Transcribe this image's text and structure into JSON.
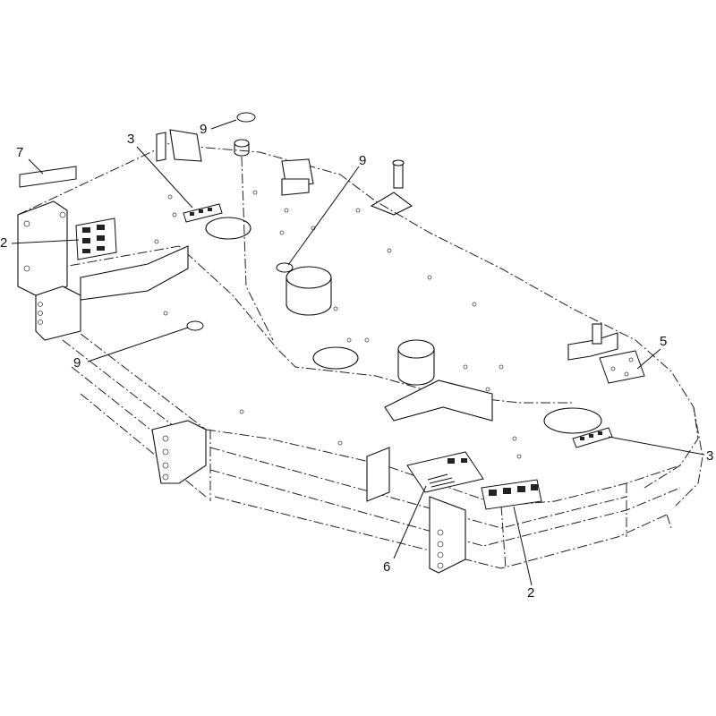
{
  "callouts": {
    "c7": "7",
    "c3a": "3",
    "c9a": "9",
    "c9b": "9",
    "c2a": "2",
    "c9c": "9",
    "c5": "5",
    "c3b": "3",
    "c6": "6",
    "c2b": "2"
  }
}
